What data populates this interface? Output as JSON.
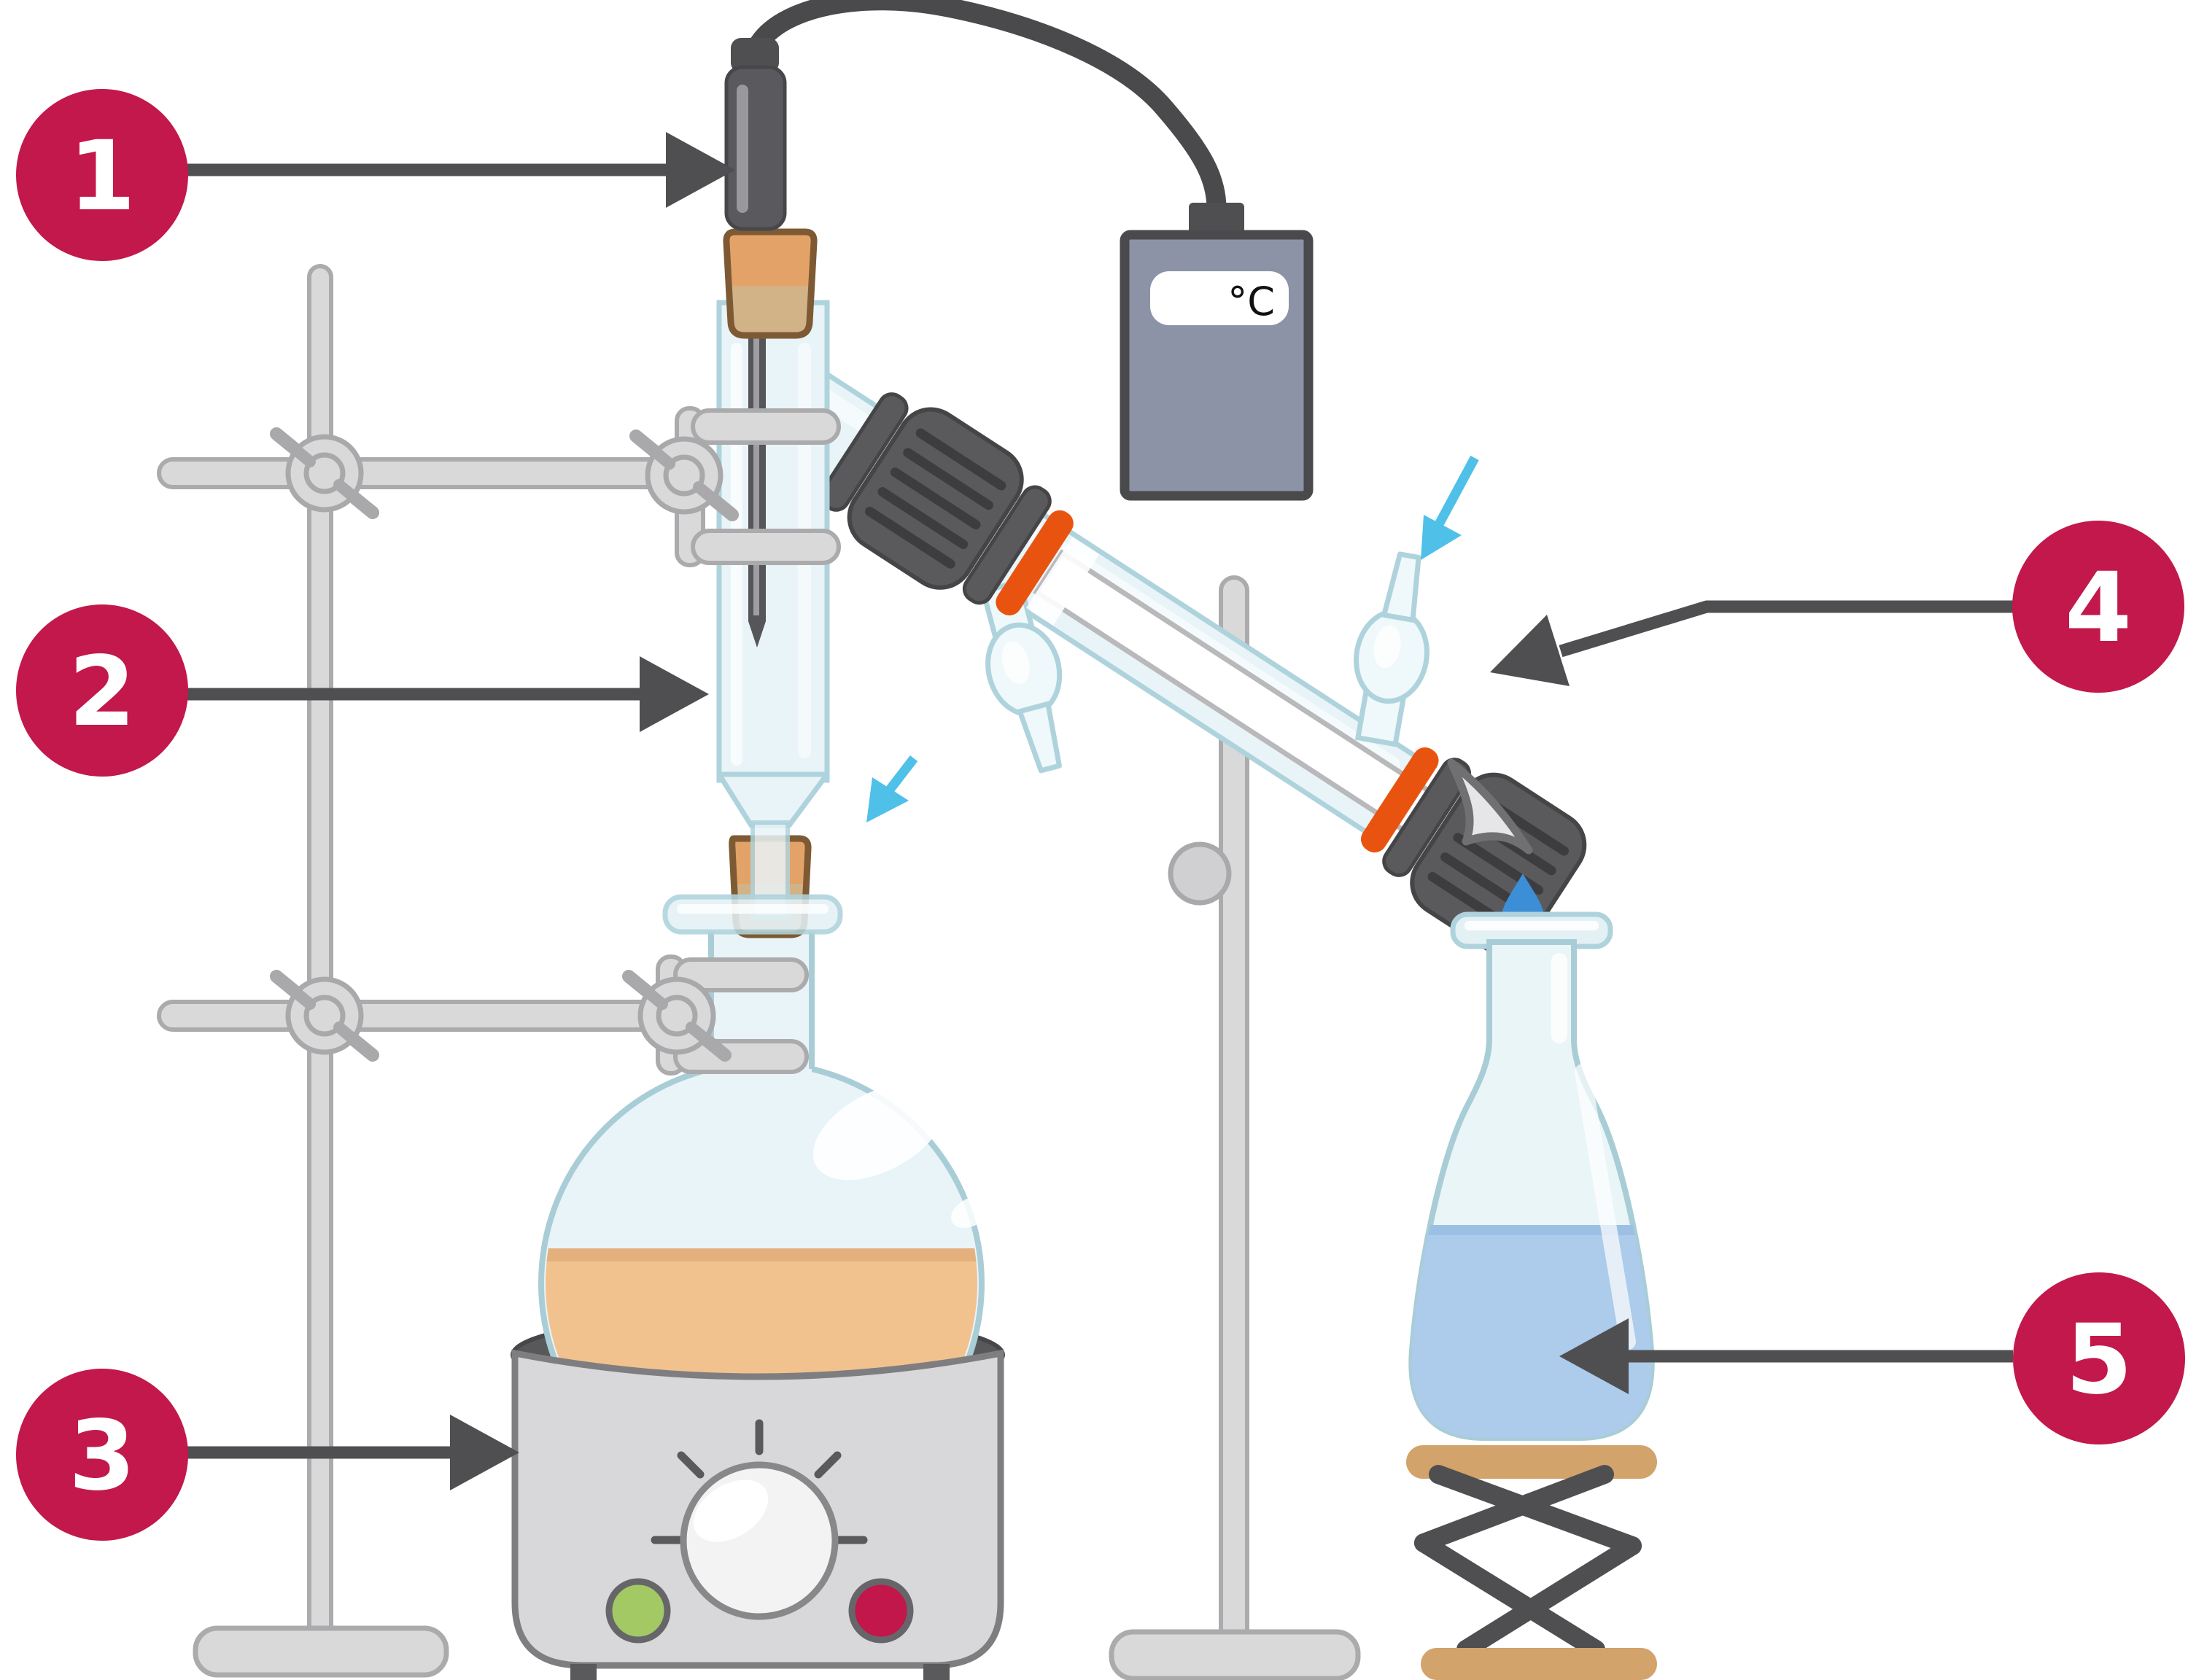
{
  "callouts": [
    {
      "text": "1"
    },
    {
      "text": "2"
    },
    {
      "text": "3"
    },
    {
      "text": "4"
    },
    {
      "text": "5"
    }
  ],
  "display": {
    "unit": "°C"
  },
  "colors": {
    "accent": "#C2184B",
    "badge_text": "#FFFFFF",
    "pointer_gray": "#4F4F51",
    "joint_orange": "#E85410",
    "water_blue": "#4FC0E8",
    "drop_blue": "#3C8FD6",
    "distillate_liquid": "#ADCBEA",
    "boiling_liquid": "#F2C28E",
    "cork_orange": "#E3A368",
    "cork_tan": "#D2B287",
    "glass_fill": "#E9F4F8",
    "glass_line": "#AFD3DC",
    "metal_gray": "#D9D9DA",
    "dark_gray": "#5A5A5C",
    "mantle_green": "#A2C964",
    "mantle_red": "#C2174A",
    "jack_tan": "#D2A36B",
    "unit_slate": "#8C93A6"
  }
}
